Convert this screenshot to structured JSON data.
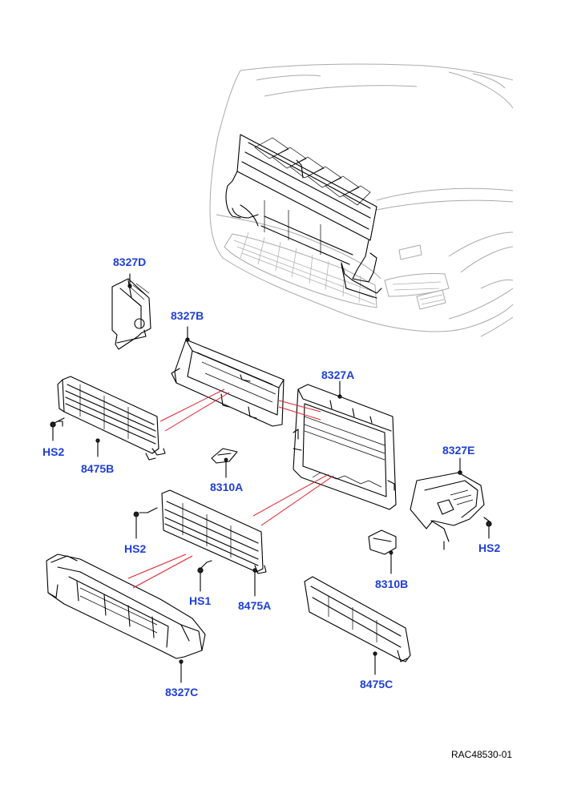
{
  "colors": {
    "callout_text": "#1f3fd6",
    "leader_line": "#000000",
    "part_outline": "#000000",
    "vehicle_outline": "#aaaaaa",
    "explode_line": "#e0202c"
  },
  "callouts": {
    "c8327D": "8327D",
    "c8327B": "8327B",
    "c8327A": "8327A",
    "c8327E": "8327E",
    "c8327C": "8327C",
    "c8475B": "8475B",
    "c8475A": "8475A",
    "c8475C": "8475C",
    "c8310A": "8310A",
    "c8310B": "8310B",
    "hs2_left": "HS2",
    "hs2_mid": "HS2",
    "hs2_right": "HS2",
    "hs1": "HS1"
  },
  "reference": "RAC48530-01"
}
